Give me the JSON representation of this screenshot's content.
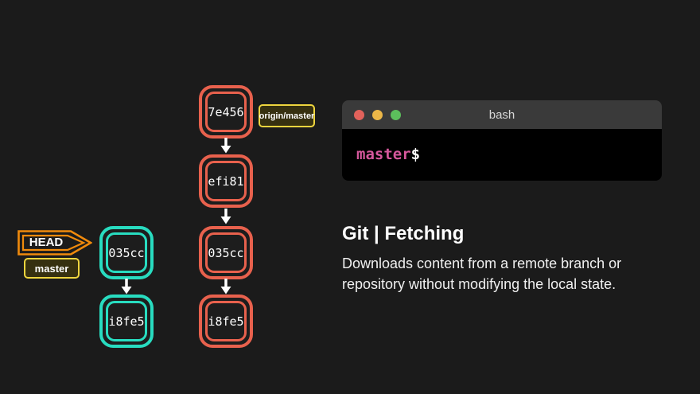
{
  "colors": {
    "background": "#1b1b1b",
    "remote_accent": "#e8614d",
    "local_accent": "#28dcc0",
    "ref_label_border": "#efd53e",
    "head_border": "#f08a0c",
    "prompt_pink": "#d6589c",
    "traffic_red": "#e2625b",
    "traffic_yellow": "#ecb748",
    "traffic_green": "#5cbf5c"
  },
  "remote_graph": {
    "ref_label": "origin/master",
    "commits": [
      "7e456",
      "efi81",
      "035cc",
      "i8fe5"
    ]
  },
  "local_graph": {
    "head_label": "HEAD",
    "branch_label": "master",
    "commits": [
      "035cc",
      "i8fe5"
    ]
  },
  "terminal": {
    "title": "bash",
    "prompt_branch": "master",
    "prompt_symbol": "$"
  },
  "info": {
    "heading": "Git | Fetching",
    "description_lines": {
      "line1": "Downloads content from a remote branch or",
      "line2": "repository without modifying the local state."
    }
  }
}
